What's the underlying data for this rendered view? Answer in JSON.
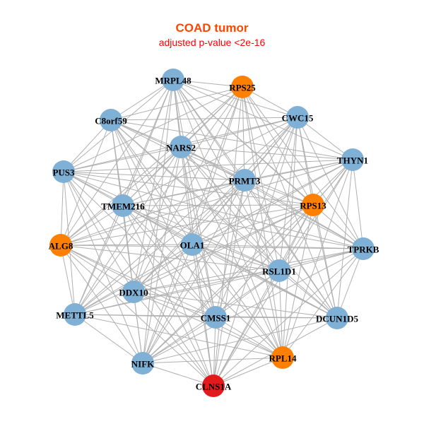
{
  "title": "COAD tumor",
  "subtitle": "adjusted p-value <2e-16",
  "colors": {
    "title": "#ff4500",
    "subtitle": "#ff0000",
    "blue": "#7fb0d5",
    "orange": "#ff8000",
    "red": "#e31a1c",
    "edge": "#b0b0b0"
  },
  "nodes": [
    {
      "label": "MRPL48",
      "group": "blue"
    },
    {
      "label": "RPS25",
      "group": "orange"
    },
    {
      "label": "CWC15",
      "group": "blue"
    },
    {
      "label": "C8orf59",
      "group": "blue"
    },
    {
      "label": "NARS2",
      "group": "blue"
    },
    {
      "label": "THYN1",
      "group": "blue"
    },
    {
      "label": "PUS3",
      "group": "blue"
    },
    {
      "label": "PRMT3",
      "group": "blue"
    },
    {
      "label": "TMEM216",
      "group": "blue"
    },
    {
      "label": "RPS13",
      "group": "orange"
    },
    {
      "label": "ALG8",
      "group": "orange"
    },
    {
      "label": "OLA1",
      "group": "blue"
    },
    {
      "label": "TPRKB",
      "group": "blue"
    },
    {
      "label": "RSL1D1",
      "group": "blue"
    },
    {
      "label": "DDX10",
      "group": "blue"
    },
    {
      "label": "METTL5",
      "group": "blue"
    },
    {
      "label": "CMSS1",
      "group": "blue"
    },
    {
      "label": "DCUN1D5",
      "group": "blue"
    },
    {
      "label": "NIFK",
      "group": "blue"
    },
    {
      "label": "RPL14",
      "group": "orange"
    },
    {
      "label": "CLNS1A",
      "group": "red"
    }
  ]
}
